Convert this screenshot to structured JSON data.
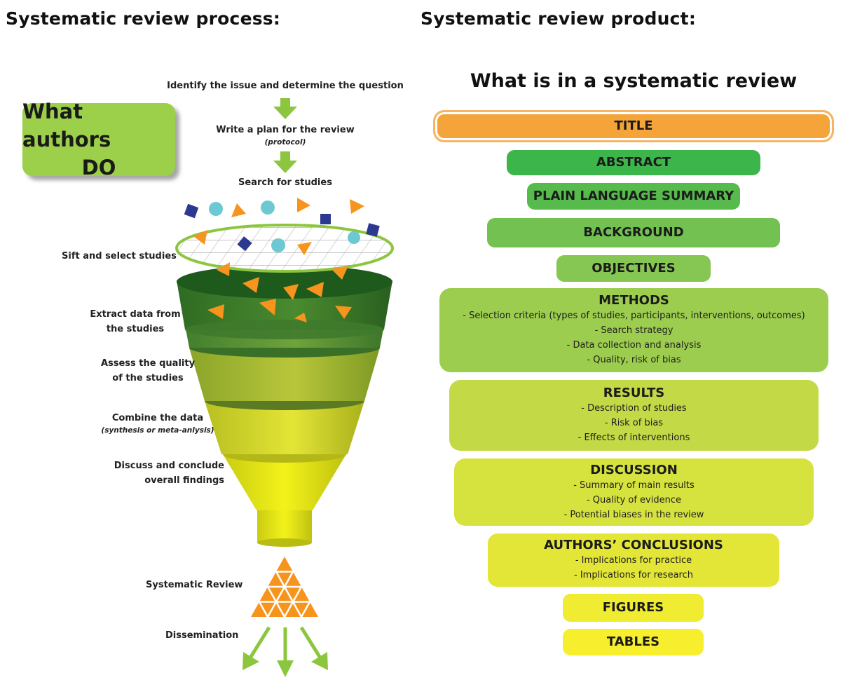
{
  "headings": {
    "process": "Systematic review process:",
    "product": "Systematic review product:"
  },
  "process": {
    "box_line1": "What authors",
    "box_line2": "DO",
    "steps": {
      "identify": "Identify the issue and determine the question",
      "plan": "Write a plan for the review",
      "plan_note": "(protocol)",
      "search": "Search for studies",
      "sift": "Sift and select studies",
      "extract_1": "Extract data from",
      "extract_2": "the studies",
      "assess_1": "Assess the quality",
      "assess_2": "of the studies",
      "combine": "Combine the data",
      "combine_note": "(synthesis or meta-anlysis)",
      "discuss_1": "Discuss and conclude",
      "discuss_2": "overall findings",
      "systematic_review": "Systematic Review",
      "dissemination": "Dissemination"
    },
    "colors": {
      "arrow": "#8cc63f",
      "funnel_dark": "#2e6b25",
      "funnel_light": "#e8ee10",
      "orange": "#f7941d",
      "cyan": "#6cc9d4",
      "navy": "#2b3990"
    }
  },
  "product": {
    "title": "What is in a systematic review",
    "sections": [
      {
        "heading": "TITLE",
        "items": [],
        "color": "#f5a43a"
      },
      {
        "heading": "ABSTRACT",
        "items": [],
        "color": "#3cb54a"
      },
      {
        "heading": "PLAIN LANGUAGE SUMMARY",
        "items": [],
        "color": "#56bb4c"
      },
      {
        "heading": "BACKGROUND",
        "items": [],
        "color": "#72c151"
      },
      {
        "heading": "OBJECTIVES",
        "items": [],
        "color": "#86c652"
      },
      {
        "heading": "METHODS",
        "items": [
          "- Selection criteria (types of studies, participants, interventions, outcomes)",
          "- Search strategy",
          "- Data collection and analysis",
          "- Quality, risk of bias"
        ],
        "color": "#9ccd4f"
      },
      {
        "heading": "RESULTS",
        "items": [
          "- Description of studies",
          "- Risk of bias",
          "- Effects of interventions"
        ],
        "color": "#c3da46"
      },
      {
        "heading": "DISCUSSION",
        "items": [
          "- Summary of main results",
          "- Quality of evidence",
          "- Potential biases in the review"
        ],
        "color": "#d6e23d"
      },
      {
        "heading": "AUTHORS’ CONCLUSIONS",
        "items": [
          "- Implications for practice",
          "- Implications for research"
        ],
        "color": "#e3e637"
      },
      {
        "heading": "FIGURES",
        "items": [],
        "color": "#f0ec32"
      },
      {
        "heading": "TABLES",
        "items": [],
        "color": "#f7ee2e"
      }
    ]
  }
}
